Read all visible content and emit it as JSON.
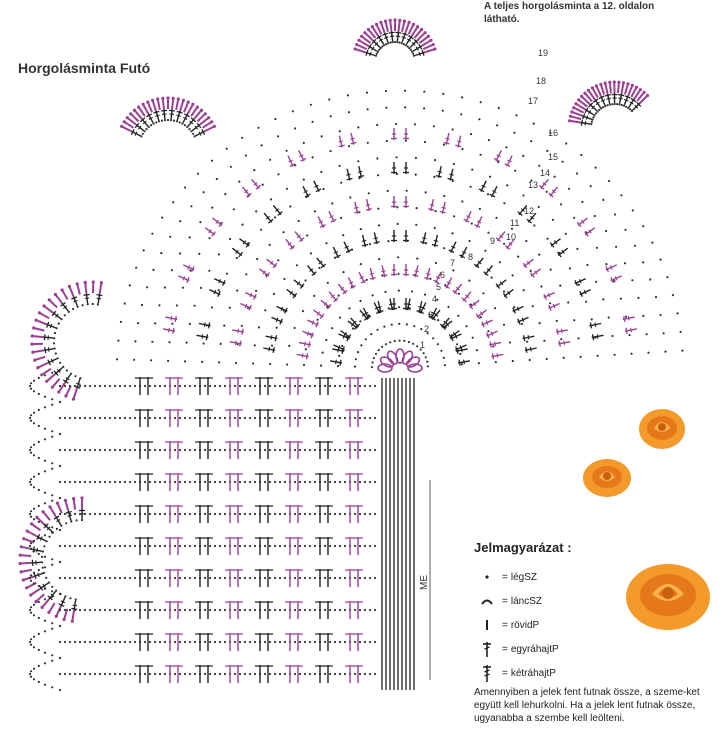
{
  "title": "Horgolásminta Futó",
  "top_note": [
    "A teljes horgolásminta a 12. oldalon",
    "látható."
  ],
  "row_numbers": [
    "1",
    "2",
    "3",
    "4",
    "5",
    "6",
    "7",
    "8",
    "9",
    "10",
    "11",
    "12",
    "13",
    "14",
    "15",
    "16",
    "17",
    "18",
    "19"
  ],
  "me_label": "ME",
  "legend": {
    "heading": "Jelmagyarázat :",
    "items": [
      {
        "symbol": "chain",
        "label": "légSZ"
      },
      {
        "symbol": "slip",
        "label": "láncSZ"
      },
      {
        "symbol": "sc",
        "label": "rövidP"
      },
      {
        "symbol": "dc",
        "label": "egyráhajtP"
      },
      {
        "symbol": "tr",
        "label": "kétráhajtP"
      }
    ],
    "note": "Amennyiben a jelek fent futnak össze, a szeme-ket együtt kell lehurkolni. Ha a jelek lent futnak össze, ugyanabba a szembe kell leölteni."
  },
  "colors": {
    "accent": "#9b3f95",
    "ink": "#222222",
    "rose": "#f39a2b"
  }
}
